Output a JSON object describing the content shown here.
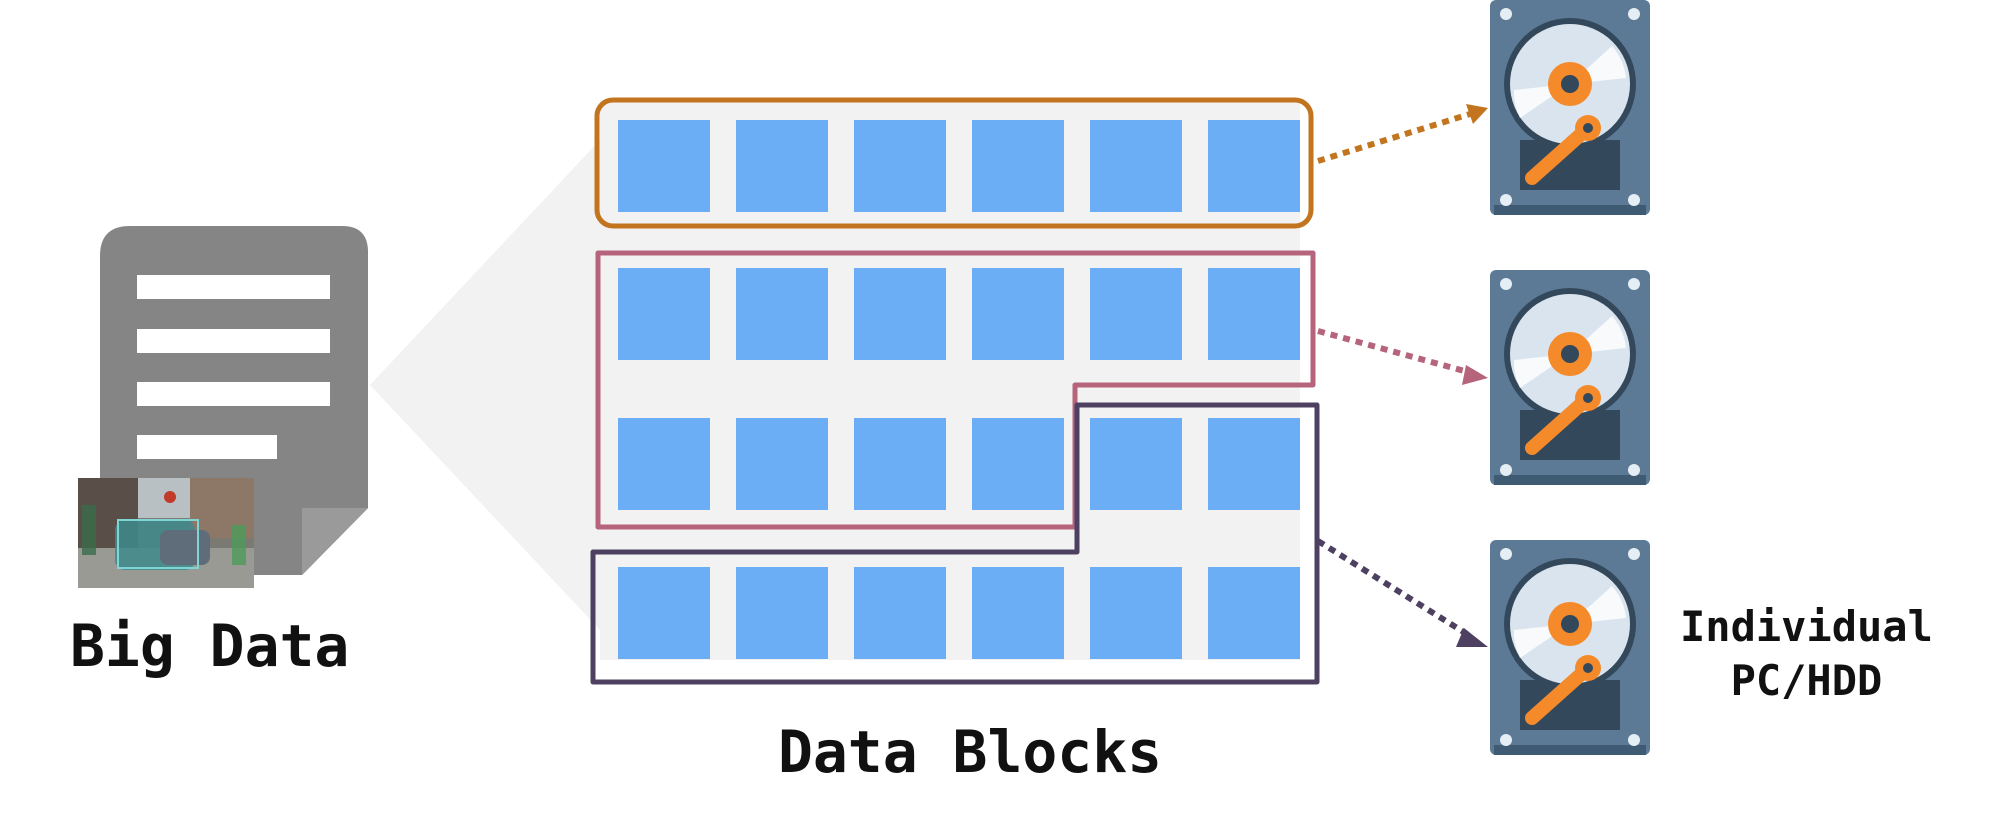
{
  "labels": {
    "big_data": "Big Data",
    "data_blocks": "Data Blocks",
    "storage_line1": "Individual",
    "storage_line2": "PC/HDD"
  },
  "colors": {
    "block": "#6caef5",
    "panel": "#f2f2f2",
    "group1": "#c2751e",
    "group2": "#b5647c",
    "group3": "#4d4060",
    "doc_gray": "#858585",
    "hdd_body": "#5c7a96",
    "hdd_accent": "#f58a2a"
  },
  "icons": [
    "document-icon",
    "street-photo-thumbnail",
    "hard-drive-icon"
  ],
  "blocks": {
    "rows": 4,
    "cols": 6
  }
}
